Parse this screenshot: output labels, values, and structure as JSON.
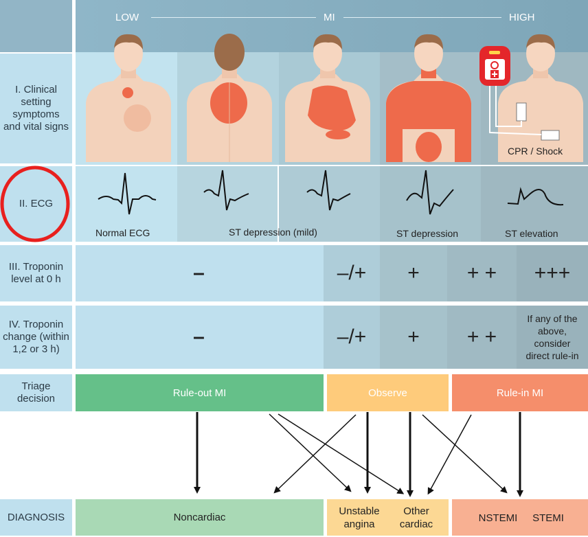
{
  "header": {
    "low": "LOW",
    "mi": "MI",
    "high": "HIGH"
  },
  "rows": {
    "clinical": "I. Clinical setting symptoms and vital signs",
    "ecg": "II. ECG",
    "troponin0": "III. Troponin level at 0 h",
    "troponin_change": "IV. Troponin change (within 1,2 or 3 h)",
    "triage": "Triage decision",
    "diagnosis": "DIAGNOSIS"
  },
  "clinical": {
    "cpr_label": "CPR / Shock"
  },
  "ecg": {
    "normal": "Normal ECG",
    "st_mild": "ST depression (mild)",
    "st_dep": "ST depression",
    "st_elev": "ST elevation"
  },
  "troponin0": {
    "neg": "–",
    "negpos": "–/+",
    "pos": "+",
    "pos2": "+ +",
    "pos3": "+++"
  },
  "troponin_change": {
    "neg": "–",
    "negpos": "–/+",
    "pos": "+",
    "pos2": "+ +",
    "note": "If any of the above, consider direct rule-in"
  },
  "triage": {
    "rule_out": "Rule-out MI",
    "observe": "Observe",
    "rule_in": "Rule-in MI"
  },
  "diagnosis": {
    "noncardiac": "Noncardiac",
    "unstable": "Unstable angina",
    "other": "Other cardiac",
    "nstemi": "NSTEMI",
    "stemi": "STEMI"
  },
  "colors": {
    "rule_out": "#65c089",
    "observe": "#fecb7b",
    "rule_in": "#f58e6b",
    "highlight_circle": "#e8201e"
  }
}
